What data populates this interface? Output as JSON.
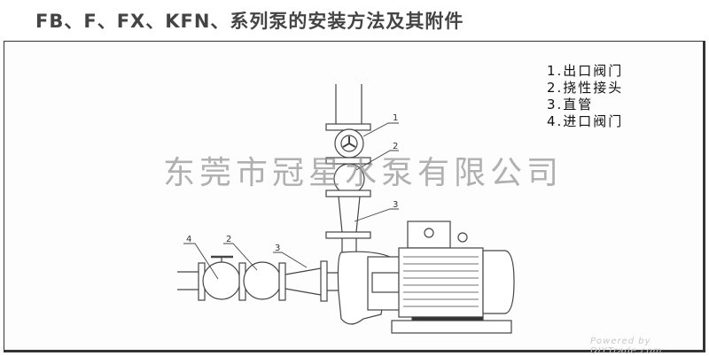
{
  "title": "FB、F、FX、KFN、系列泵的安装方法及其附件",
  "legend": [
    "1.出口阀门",
    "2.挠性接头",
    "3.直管",
    "4.进口阀门"
  ],
  "callouts": {
    "outlet_valve": "1",
    "flex_joint_vertical": "2",
    "straight_pipe_vertical": "3",
    "inlet_valve": "4",
    "flex_joint_horizontal": "2",
    "straight_pipe_horizontal": "3"
  },
  "watermark": "东莞市冠星水泵有限公司",
  "footer": "Powered by DIYTrade.com"
}
